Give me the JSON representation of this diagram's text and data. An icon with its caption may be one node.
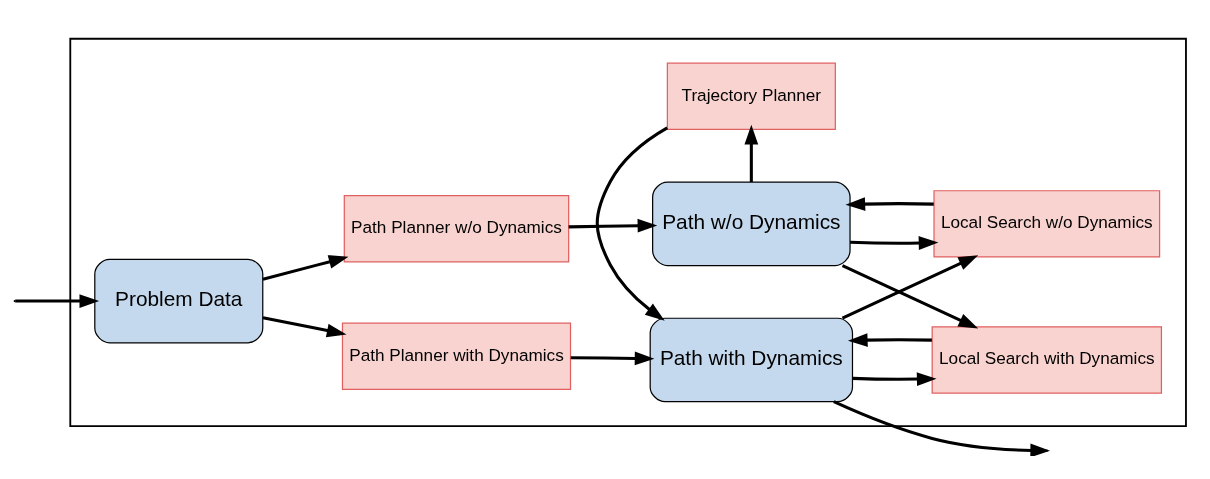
{
  "diagram": {
    "nodes": [
      {
        "text": [],
        "shape": "box"
      },
      {
        "text": [
          "Problem Data"
        ],
        "in": 0
      },
      {
        "text": [
          "Path Planner w/o Dynamics"
        ],
        "in": 0
      },
      {
        "text": [
          "Path Planner with Dynamics"
        ],
        "in": 0
      },
      {
        "text": [
          "Path w/o Dynamics"
        ],
        "in": 0
      },
      {
        "text": [
          "Trajectory Planner"
        ],
        "in": 0
      },
      {
        "text": [
          "Path with Dynamics"
        ],
        "in": 0
      },
      {
        "text": [
          "Local Search w/o Dynamics"
        ],
        "in": 0
      },
      {
        "text": [
          "Local Search with Dynamics"
        ],
        "in": 0
      }
    ],
    "edges": [
      {
        "from": null,
        "to": 1,
        "arrow": "to"
      },
      {
        "from": 1,
        "to": 2,
        "arrow": "to"
      },
      {
        "from": 1,
        "to": 3,
        "arrow": "to"
      },
      {
        "from": 2,
        "to": 4,
        "arrow": "to"
      },
      {
        "from": 3,
        "to": 6,
        "arrow": "to"
      },
      {
        "from": 4,
        "to": 5,
        "arrow": "to"
      },
      {
        "from": 5,
        "to": 6,
        "arrow": "to"
      },
      {
        "from": 4,
        "to": 7,
        "arrow": "to"
      },
      {
        "from": 7,
        "to": 4,
        "arrow": "to"
      },
      {
        "from": 4,
        "to": 8,
        "arrow": "to"
      },
      {
        "from": 6,
        "to": 7,
        "arrow": "to"
      },
      {
        "from": 8,
        "to": 6,
        "arrow": "to"
      },
      {
        "from": 6,
        "to": 8,
        "arrow": "to"
      },
      {
        "from": 6,
        "to": null,
        "arrow": "to"
      }
    ]
  }
}
